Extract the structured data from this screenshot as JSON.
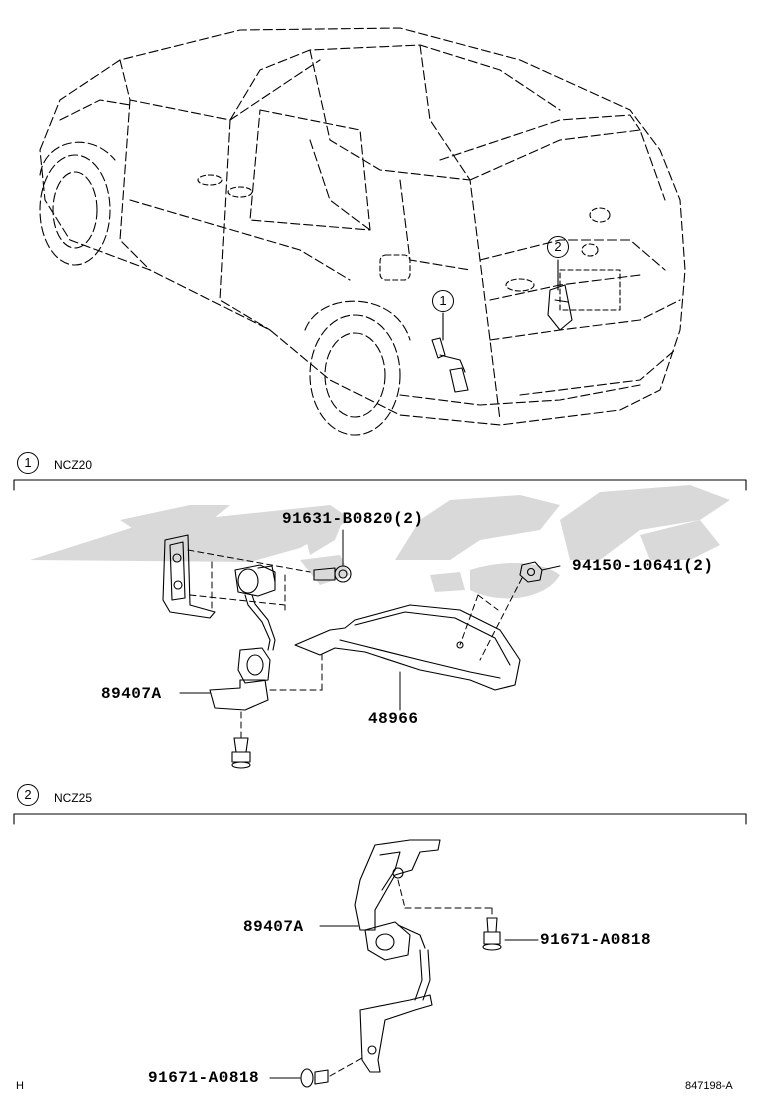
{
  "sections": [
    {
      "number": "1",
      "model": "NCZ20"
    },
    {
      "number": "2",
      "model": "NCZ25"
    }
  ],
  "car_callouts": [
    "1",
    "2"
  ],
  "parts": {
    "s1_bolt_top": "91631-B0820(2)",
    "s1_nut": "94150-10641(2)",
    "s1_sensor": "89407A",
    "s1_bracket": "48966",
    "s2_sensor": "89407A",
    "s2_bolt_right": "91671-A0818",
    "s2_bolt_bottom": "91671-A0818"
  },
  "footer": {
    "left": "H",
    "right": "847198-A"
  },
  "colors": {
    "line": "#000000",
    "watermark": "#d9d9d9"
  }
}
